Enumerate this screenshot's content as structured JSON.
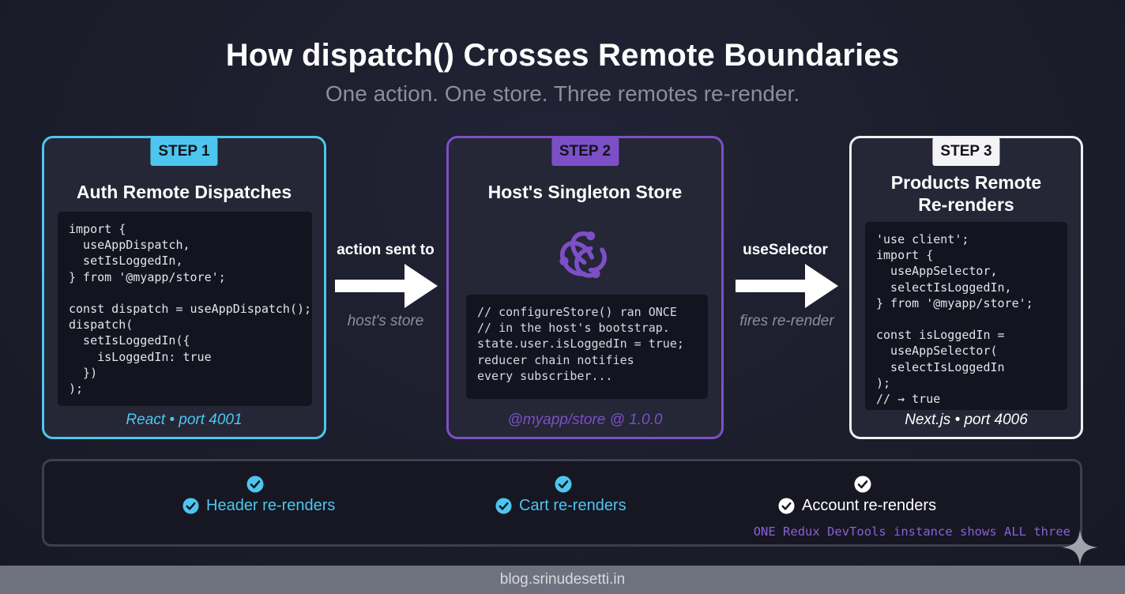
{
  "title": "How dispatch() Crosses Remote Boundaries",
  "subtitle": "One action. One store. Three remotes re-render.",
  "steps": [
    {
      "badge": "STEP 1",
      "title": "Auth Remote Dispatches",
      "code": "import {\n  useAppDispatch,\n  setIsLoggedIn,\n} from '@myapp/store';\n\nconst dispatch = useAppDispatch();\ndispatch(\n  setIsLoggedIn({\n    isLoggedIn: true\n  })\n);",
      "footer": "React • port 4001",
      "color": "#4dc6ef"
    },
    {
      "badge": "STEP 2",
      "title": "Host's Singleton Store",
      "code": "// configureStore() ran ONCE\n// in the host's bootstrap.\nstate.user.isLoggedIn = true;\nreducer chain notifies\nevery subscriber...",
      "footer": "@myapp/store @ 1.0.0",
      "icon": "redux-logo-icon",
      "color": "#7d4fc7"
    },
    {
      "badge": "STEP 3",
      "title": "Products Remote\nRe-renders",
      "code": "'use client';\nimport {\n  useAppSelector,\n  selectIsLoggedIn,\n} from '@myapp/store';\n\nconst isLoggedIn =\n  useAppSelector(\n  selectIsLoggedIn\n);\n// → true",
      "footer": "Next.js • port 4006",
      "color": "#f0f0f4"
    }
  ],
  "connectors": [
    {
      "label": "action sent to",
      "sublabel": "host's store"
    },
    {
      "label": "useSelector",
      "sublabel": "fires re-render"
    }
  ],
  "results": {
    "items": [
      {
        "label": "Header re-renders",
        "color": "#4dc6ef",
        "icon": "check-circle-icon"
      },
      {
        "label": "Cart re-renders",
        "color": "#4dc6ef",
        "icon": "check-circle-icon"
      },
      {
        "label": "Account re-renders",
        "color": "#ffffff",
        "icon": "check-circle-icon"
      }
    ],
    "note": "ONE Redux DevTools instance shows ALL three"
  },
  "site": "blog.srinudesetti.in"
}
